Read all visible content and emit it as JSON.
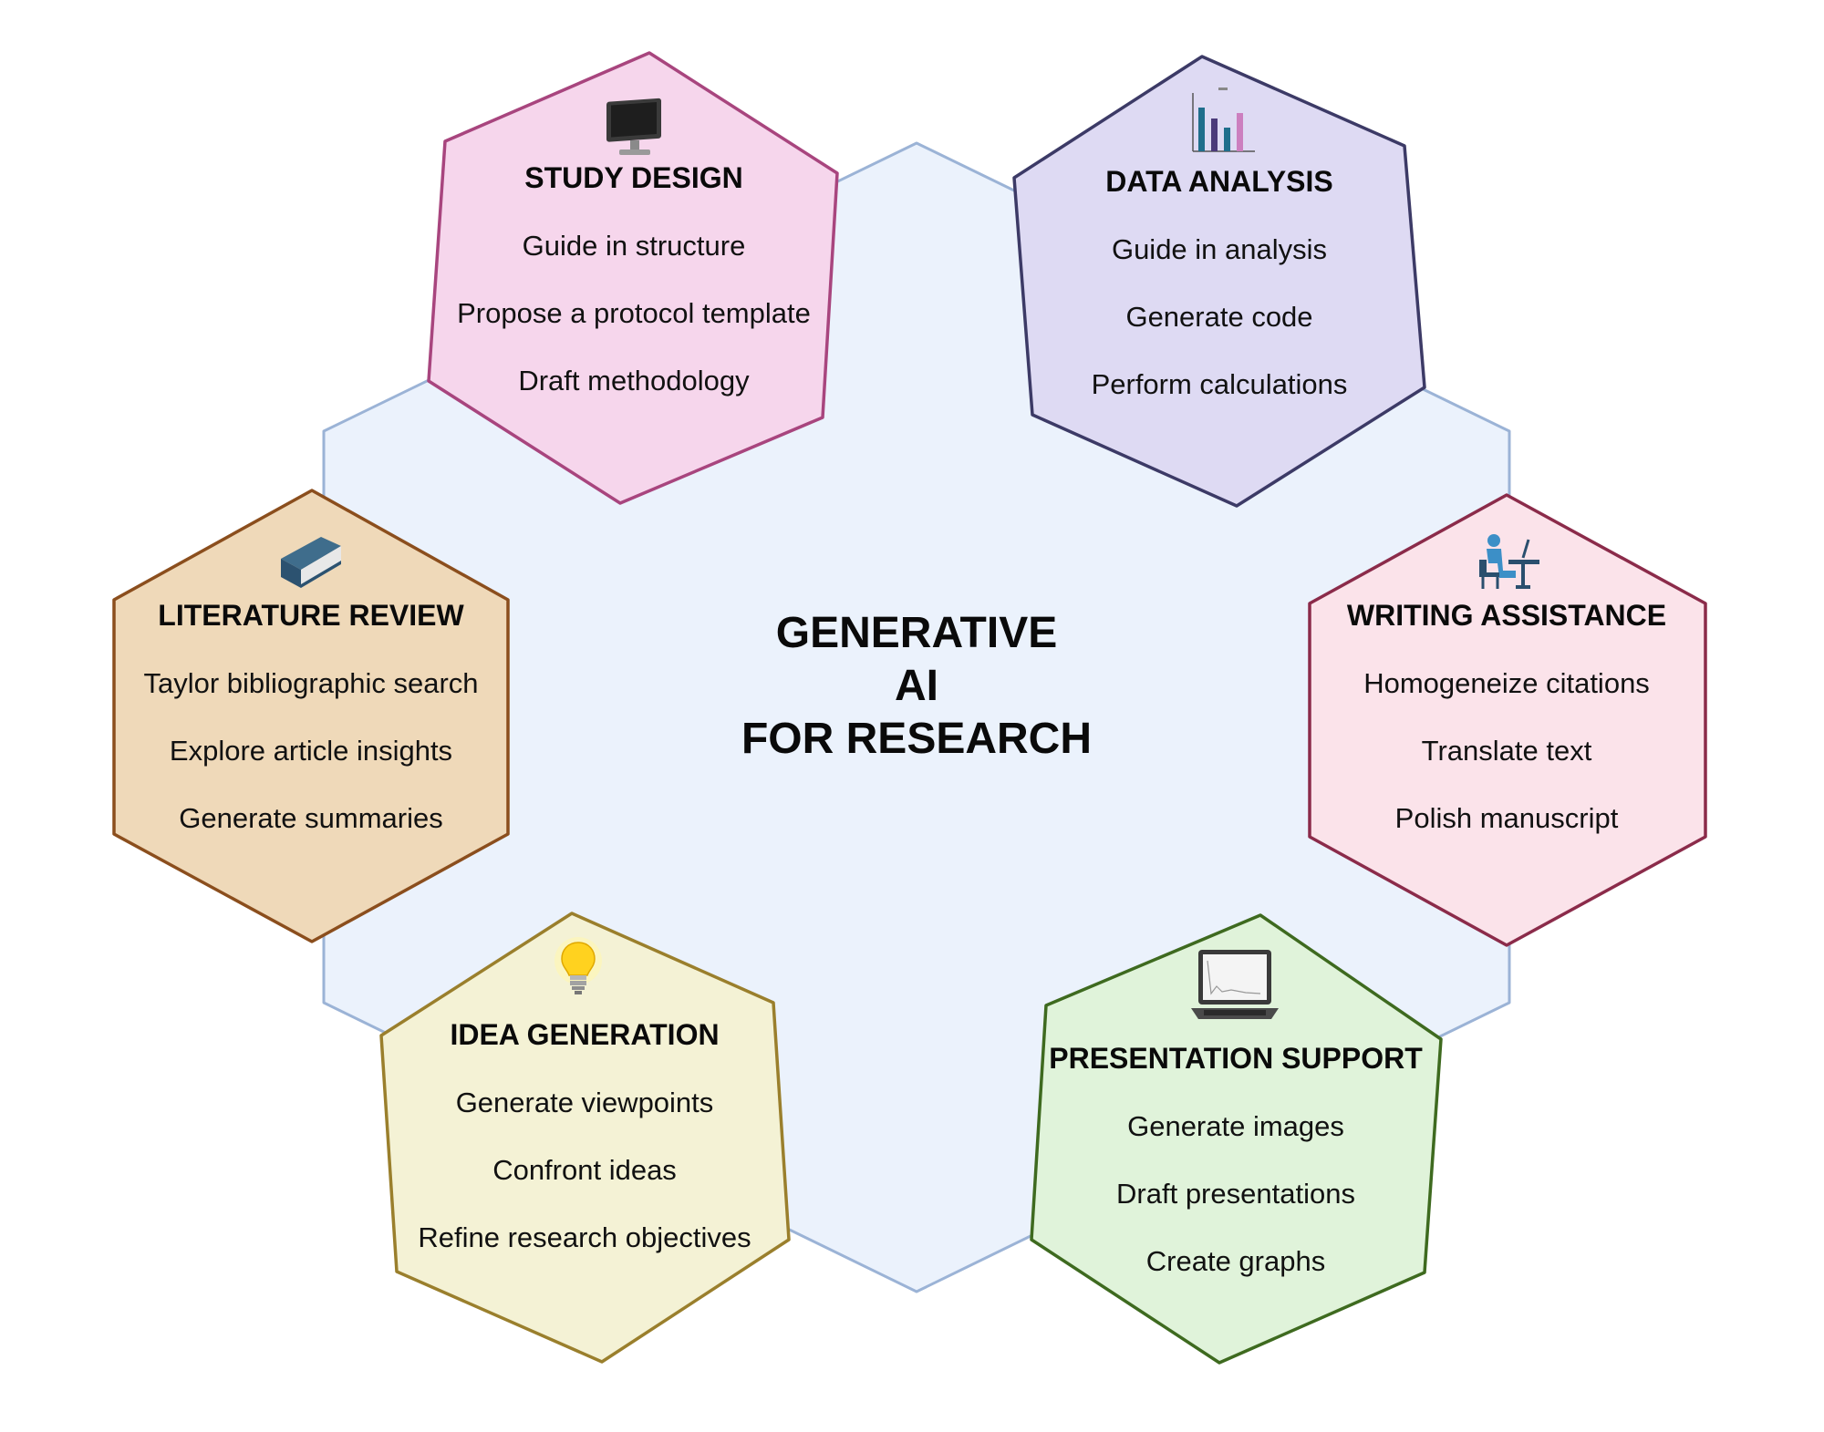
{
  "center": {
    "line1": "GENERATIVE",
    "line2": "AI",
    "line3": "FOR RESEARCH"
  },
  "sections": {
    "study_design": {
      "title": "STUDY DESIGN",
      "icon": "monitor-icon",
      "items": [
        "Guide in structure",
        "Propose a protocol template",
        "Draft methodology"
      ],
      "fill": "#f6d6ec",
      "stroke": "#a8457e"
    },
    "data_analysis": {
      "title": "DATA ANALYSIS",
      "icon": "bar-chart-icon",
      "items": [
        "Guide in analysis",
        "Generate code",
        "Perform calculations"
      ],
      "fill": "#dedaf3",
      "stroke": "#3c3a66"
    },
    "literature_review": {
      "title": "LITERATURE REVIEW",
      "icon": "book-icon",
      "items": [
        "Taylor bibliographic search",
        "Explore article insights",
        "Generate summaries"
      ],
      "fill": "#efd9b9",
      "stroke": "#8b4e1d"
    },
    "writing_assistance": {
      "title": "WRITING ASSISTANCE",
      "icon": "person-at-desk-icon",
      "items": [
        "Homogeneize citations",
        "Translate text",
        "Polish manuscript"
      ],
      "fill": "#fbe3ea",
      "stroke": "#8b2b4a"
    },
    "idea_generation": {
      "title": "IDEA GENERATION",
      "icon": "lightbulb-icon",
      "items": [
        "Generate viewpoints",
        "Confront ideas",
        "Refine research objectives"
      ],
      "fill": "#f4f2d5",
      "stroke": "#9a7f2c"
    },
    "presentation_support": {
      "title": "PRESENTATION SUPPORT",
      "icon": "laptop-icon",
      "items": [
        "Generate images",
        "Draft presentations",
        "Create graphs"
      ],
      "fill": "#e0f3da",
      "stroke": "#3e6a1f"
    }
  },
  "colors": {
    "center_fill": "#ebf2fc",
    "center_stroke": "#9bb3d6"
  }
}
